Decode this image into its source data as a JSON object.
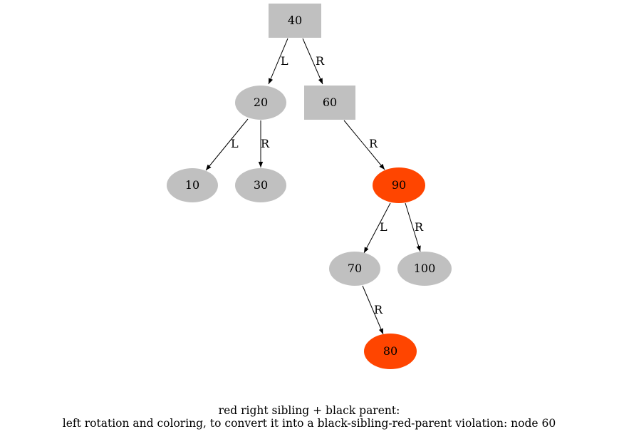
{
  "colors": {
    "grey_node": "#c0c0c0",
    "red_node": "#ff4500",
    "edge": "#000000"
  },
  "nodes": {
    "n40": {
      "label": "40",
      "shape": "box",
      "color": "grey"
    },
    "n20": {
      "label": "20",
      "shape": "ellipse",
      "color": "grey"
    },
    "n60": {
      "label": "60",
      "shape": "box",
      "color": "grey"
    },
    "n10": {
      "label": "10",
      "shape": "ellipse",
      "color": "grey"
    },
    "n30": {
      "label": "30",
      "shape": "ellipse",
      "color": "grey"
    },
    "n90": {
      "label": "90",
      "shape": "ellipse",
      "color": "red"
    },
    "n70": {
      "label": "70",
      "shape": "ellipse",
      "color": "grey"
    },
    "n100": {
      "label": "100",
      "shape": "ellipse",
      "color": "grey"
    },
    "n80": {
      "label": "80",
      "shape": "ellipse",
      "color": "red"
    }
  },
  "edges": {
    "e40_20": {
      "from": "40",
      "to": "20",
      "label": "L"
    },
    "e40_60": {
      "from": "40",
      "to": "60",
      "label": "R"
    },
    "e20_10": {
      "from": "20",
      "to": "10",
      "label": "L"
    },
    "e20_30": {
      "from": "20",
      "to": "30",
      "label": "R"
    },
    "e60_90": {
      "from": "60",
      "to": "90",
      "label": "R"
    },
    "e90_70": {
      "from": "90",
      "to": "70",
      "label": "L"
    },
    "e90_100": {
      "from": "90",
      "to": "100",
      "label": "R"
    },
    "e70_80": {
      "from": "70",
      "to": "80",
      "label": "R"
    }
  },
  "caption": {
    "line1": "red right sibling + black parent:",
    "line2": "left rotation and coloring, to convert it into a black-sibling-red-parent violation: node 60"
  }
}
